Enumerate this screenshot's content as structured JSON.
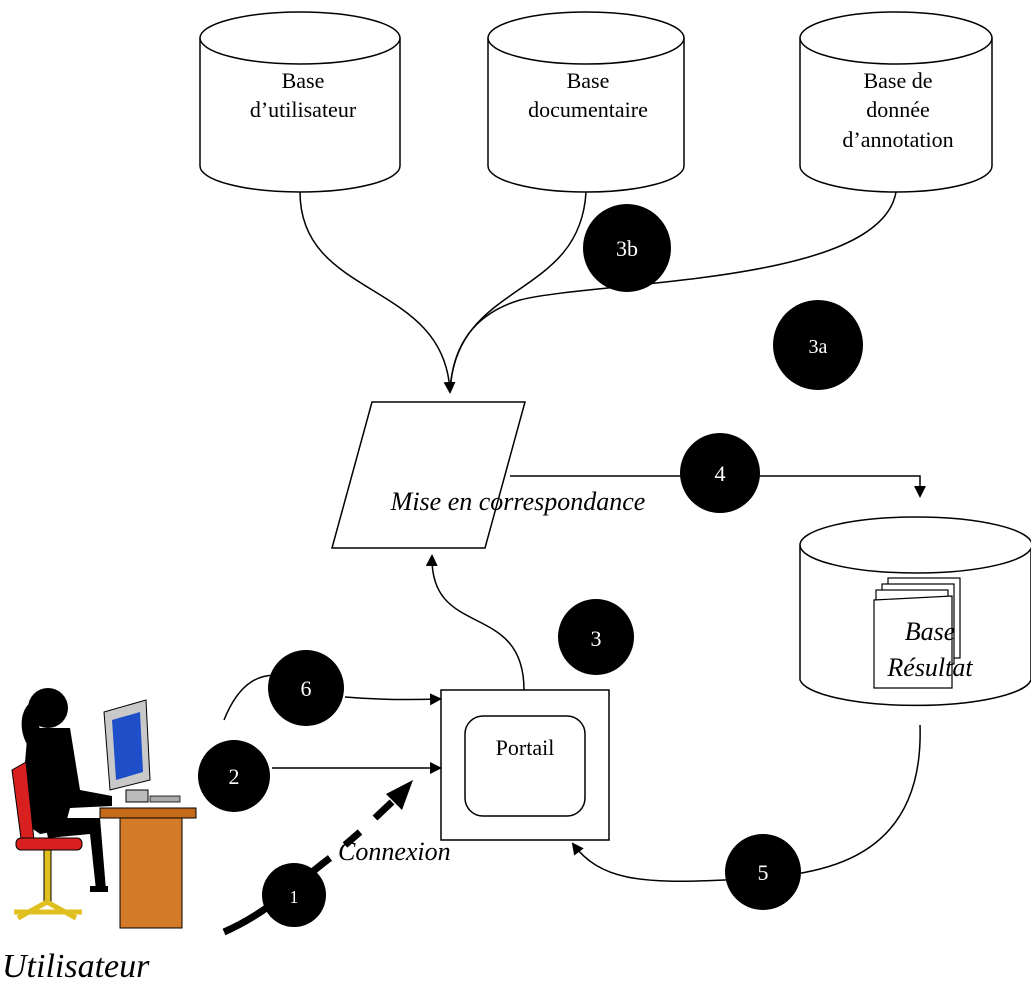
{
  "databases": {
    "users": {
      "line1": "Base",
      "line2": "d’utilisateur"
    },
    "documents": {
      "line1": "Base",
      "line2": "documentaire"
    },
    "annotations": {
      "line1": "Base de",
      "line2": "donnée",
      "line3": "d’annotation"
    }
  },
  "matching": {
    "label": "Mise en correspondance"
  },
  "result_base": {
    "line1": "Base",
    "line2": "Résultat"
  },
  "portal": {
    "label": "Portail"
  },
  "connexion": {
    "label": "Connexion"
  },
  "user": {
    "label": "Utilisateur"
  },
  "steps": {
    "s1": "1",
    "s2": "2",
    "s3": "3",
    "s3a": "3a",
    "s3b": "3b",
    "s4": "4",
    "s5": "5",
    "s6": "6"
  }
}
